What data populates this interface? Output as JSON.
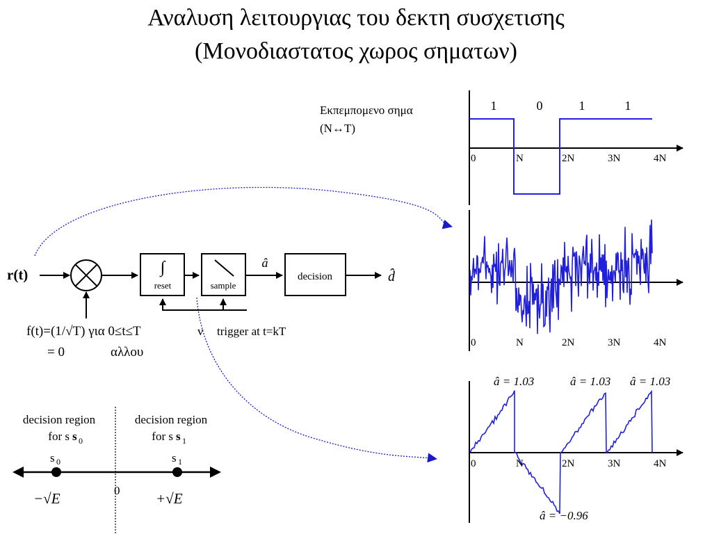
{
  "title": {
    "line1": "Αναλυση λειτουργιας του δεκτη συσχετισης",
    "line2": "(Μονοδιαστατος χωρος σηματων)"
  },
  "transmitted": {
    "label_line1": "Εκπεμπομενο σημα",
    "label_line2": "(N↔T)",
    "bits": [
      "1",
      "0",
      "1",
      "1"
    ],
    "ticks": [
      "0",
      "N",
      "2N",
      "3N",
      "4N"
    ]
  },
  "received": {
    "ticks": [
      "0",
      "N",
      "2N",
      "3N",
      "4N"
    ]
  },
  "integrator": {
    "ticks": [
      "0",
      "N",
      "2N",
      "3N",
      "4N"
    ],
    "annotations": [
      "â = 1.03",
      "â = 1.03",
      "â = 1.03",
      "â = −0.96"
    ]
  },
  "receiver": {
    "input_label": "r(t)",
    "integrator_symbol": "∫",
    "reset_label": "reset",
    "sample_label": "sample",
    "a_hat_label": "â",
    "decision_label": "decision",
    "d_hat_label": "d̂",
    "basis_line1": "f(t)=(1/√T) για 0≤t≤T",
    "basis_line2_left": "= 0",
    "basis_line2_right": "αλλου",
    "trigger_label": "trigger at t=kT",
    "stray_v": "v"
  },
  "decision_regions": {
    "region0_line1": "decision region",
    "region0_line2": "for s",
    "region0_sub": "0",
    "region1_line1": "decision region",
    "region1_line2": "for s",
    "region1_sub": "1",
    "s0_label": "s",
    "s0_sub": "0",
    "s1_label": "s",
    "s1_sub": "1",
    "origin_label": "0",
    "s0_value": "−√E",
    "s1_value": "+√E"
  },
  "colors": {
    "signal": "#1f1fdd",
    "curve": "#1a1acc",
    "ink": "#000000"
  }
}
